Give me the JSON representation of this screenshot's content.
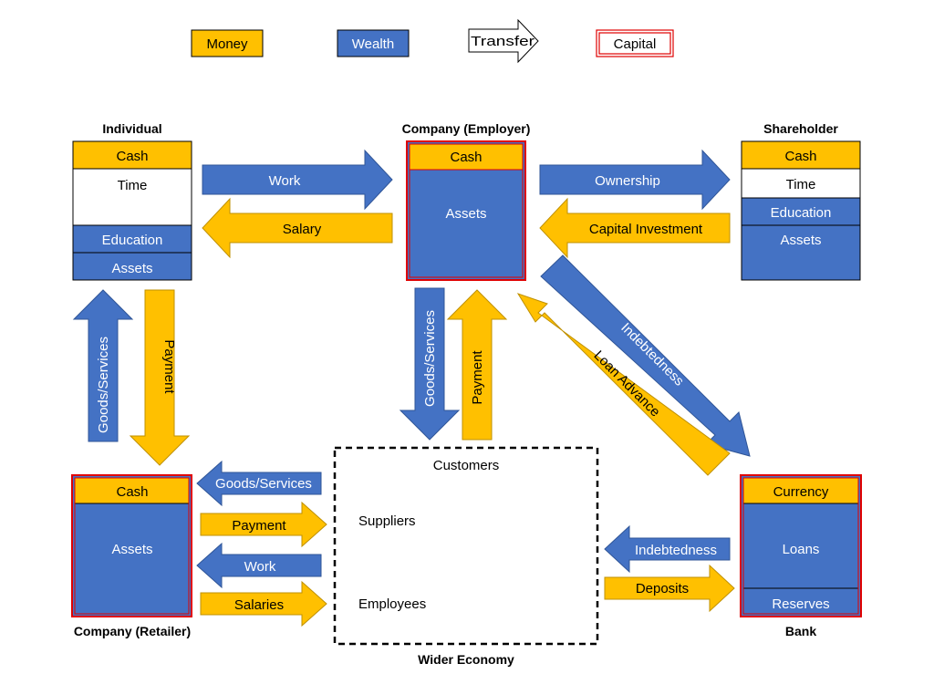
{
  "colors": {
    "money": "#FFC000",
    "wealth": "#4472C4",
    "capital_border": "#E00000",
    "border": "#000000",
    "time_bg": "#FFFFFF"
  },
  "legend": {
    "money": "Money",
    "wealth": "Wealth",
    "transfer": "Transfer",
    "capital": "Capital"
  },
  "entities": {
    "individual": {
      "title": "Individual",
      "cash": "Cash",
      "time": "Time",
      "education": "Education",
      "assets": "Assets"
    },
    "employer": {
      "title": "Company (Employer)",
      "cash": "Cash",
      "assets": "Assets"
    },
    "shareholder": {
      "title": "Shareholder",
      "cash": "Cash",
      "time": "Time",
      "education": "Education",
      "assets": "Assets"
    },
    "retailer": {
      "title": "Company (Retailer)",
      "cash": "Cash",
      "assets": "Assets"
    },
    "bank": {
      "title": "Bank",
      "currency": "Currency",
      "loans": "Loans",
      "reserves": "Reserves"
    },
    "economy": {
      "title": "Wider Economy",
      "customers": "Customers",
      "suppliers": "Suppliers",
      "employees": "Employees"
    }
  },
  "flows": {
    "work_top": "Work",
    "salary": "Salary",
    "ownership": "Ownership",
    "capital_investment": "Capital Investment",
    "goods_up": "Goods/Services",
    "payment_down": "Payment",
    "goods_down": "Goods/Services",
    "payment_up": "Payment",
    "indebtedness_diag": "Indebtedness",
    "loan_advance": "Loan Advance",
    "goods_left": "Goods/Services",
    "payment_right": "Payment",
    "work_left": "Work",
    "salaries": "Salaries",
    "indebtedness_left": "Indebtedness",
    "deposits": "Deposits"
  }
}
